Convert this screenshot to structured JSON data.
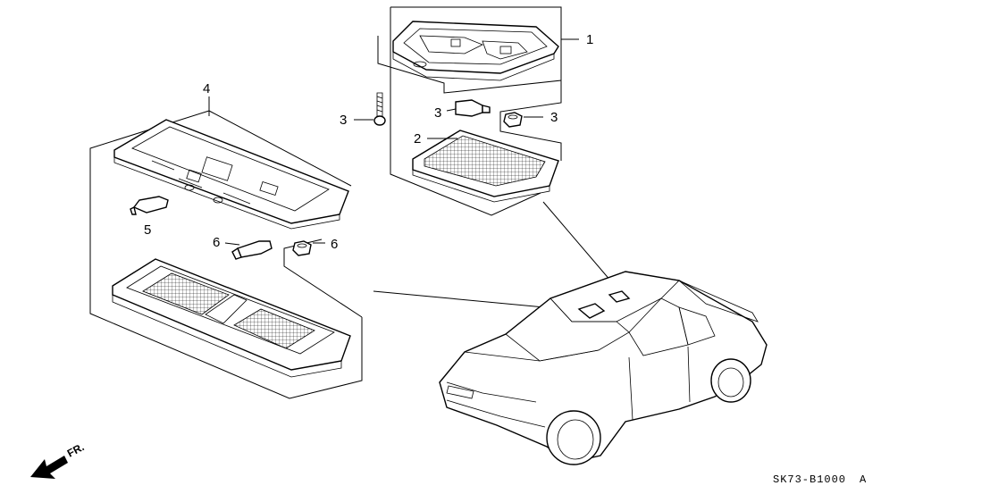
{
  "diagram": {
    "callouts": [
      {
        "id": "c1",
        "text": "1"
      },
      {
        "id": "c2",
        "text": "2"
      },
      {
        "id": "c3a",
        "text": "3"
      },
      {
        "id": "c3b",
        "text": "3"
      },
      {
        "id": "c3c",
        "text": "3"
      },
      {
        "id": "c4",
        "text": "4"
      },
      {
        "id": "c5",
        "text": "5"
      },
      {
        "id": "c6a",
        "text": "6"
      },
      {
        "id": "c6b",
        "text": "6"
      }
    ],
    "direction_label": "FR.",
    "diagram_code": "SK73-B1000",
    "diagram_suffix": "A"
  }
}
